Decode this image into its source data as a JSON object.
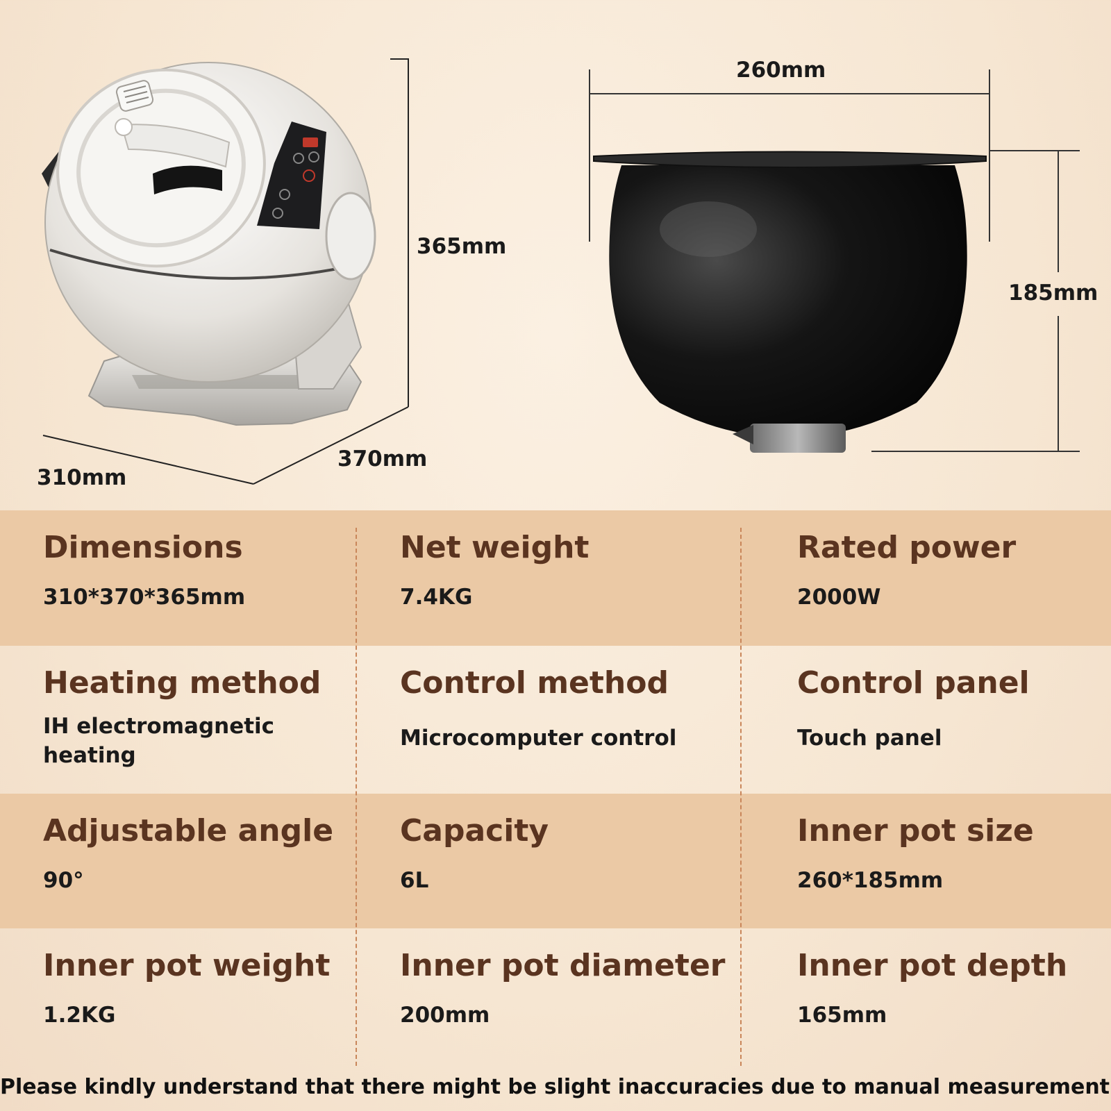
{
  "dimensions": {
    "machine_height": "365mm",
    "machine_depth": "370mm",
    "machine_width": "310mm",
    "pot_width": "260mm",
    "pot_height": "185mm"
  },
  "specs": [
    {
      "title": "Dimensions",
      "value": "310*370*365mm"
    },
    {
      "title": "Net weight",
      "value": "7.4KG"
    },
    {
      "title": "Rated power",
      "value": "2000W"
    },
    {
      "title": "Heating method",
      "value": "IH electromagnetic\nheating"
    },
    {
      "title": "Control method",
      "value": "Microcomputer control"
    },
    {
      "title": "Control panel",
      "value": "Touch panel"
    },
    {
      "title": "Adjustable angle",
      "value": "90°"
    },
    {
      "title": "Capacity",
      "value": "6L"
    },
    {
      "title": "Inner pot size",
      "value": "260*185mm"
    },
    {
      "title": "Inner pot weight",
      "value": "1.2KG"
    },
    {
      "title": "Inner pot diameter",
      "value": "200mm"
    },
    {
      "title": "Inner pot depth",
      "value": "165mm"
    }
  ],
  "footnote": "Please kindly understand that there might be slight inaccuracies due to manual measurement.",
  "colors": {
    "band": "#ebc9a5",
    "title": "#5a3420",
    "divider": "#c9865a"
  }
}
